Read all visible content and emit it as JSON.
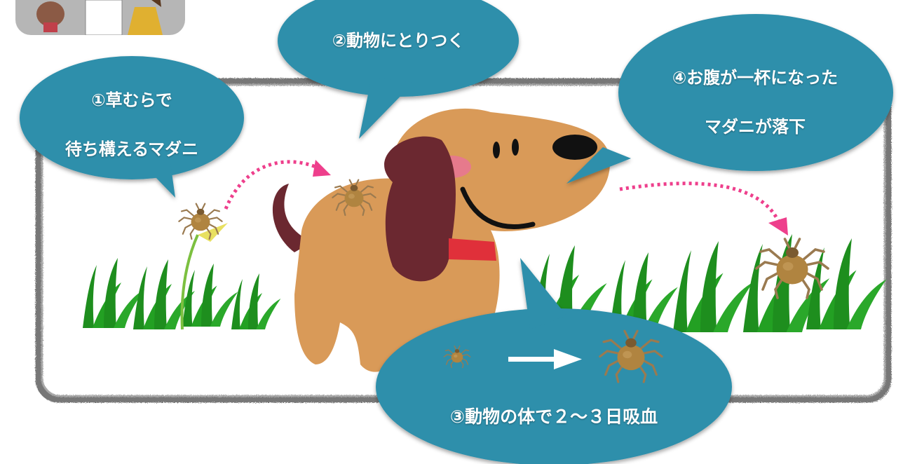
{
  "steps": [
    {
      "number": "①",
      "lines": [
        "草むらで",
        "待ち構えるマダニ"
      ]
    },
    {
      "number": "②",
      "lines": [
        "動物にとりつく"
      ]
    },
    {
      "number": "③",
      "lines": [
        "動物の体で２～３日吸血"
      ]
    },
    {
      "number": "④",
      "lines": [
        "お腹が一杯になった",
        "マダニが落下"
      ]
    }
  ],
  "colors": {
    "bubble": "#2f8fab",
    "frame": "#777777",
    "arrow_dotted": "#ee3f8c",
    "grass": "#1e8e1e",
    "dog_body": "#d99a58",
    "dog_ear": "#6b2830",
    "collar": "#e0303a",
    "tick": "#b08440",
    "thumbnail": "#b6b6b6"
  },
  "icons": [
    "tick-icon",
    "dog-illustration",
    "grass-tuft",
    "dotted-arrow",
    "right-arrow"
  ]
}
